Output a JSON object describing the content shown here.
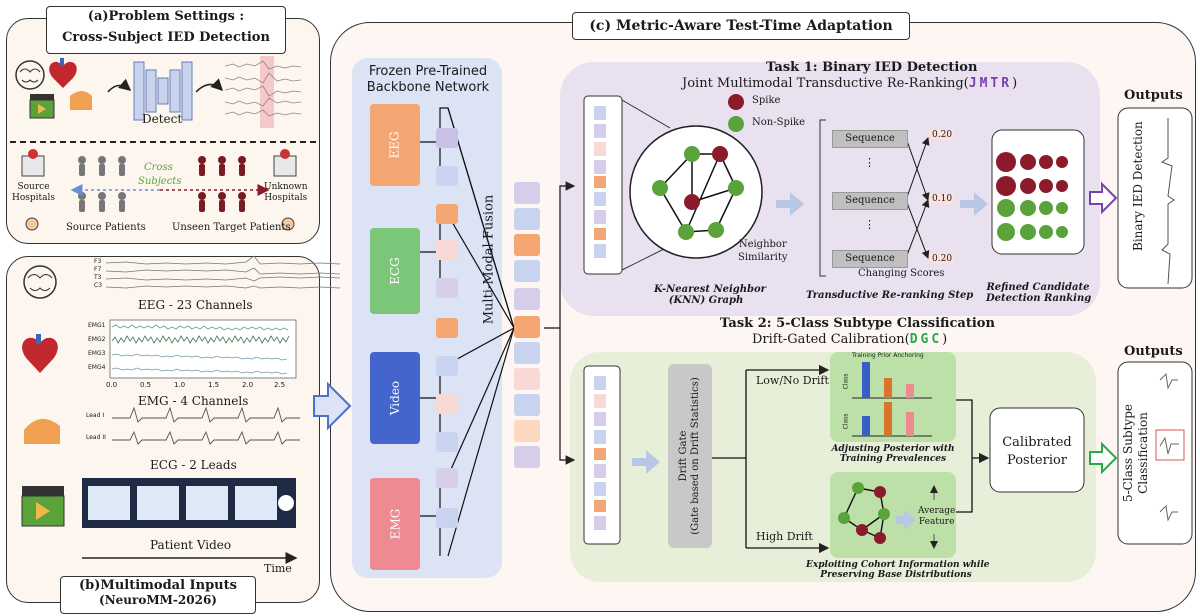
{
  "panel_a": {
    "title_line1": "(a)Problem Settings :",
    "title_line2": "Cross-Subject IED Detection",
    "detect": "Detect",
    "cross": "Cross",
    "subjects": "Subjects",
    "source_hospitals_1": "Source",
    "source_hospitals_2": "Hospitals",
    "unknown_hospitals_1": "Unknown",
    "unknown_hospitals_2": "Hospitals",
    "source_patients": "Source Patients",
    "unseen_target_patients": "Unseen Target Patients"
  },
  "panel_b": {
    "eeg_channels": [
      "F3",
      "F7",
      "T3",
      "C3"
    ],
    "eeg_caption": "EEG - 23 Channels",
    "emg_channels": [
      "EMG1",
      "EMG2",
      "EMG3",
      "EMG4"
    ],
    "emg_ticks": [
      "0.0",
      "0.5",
      "1.0",
      "1.5",
      "2.0",
      "2.5"
    ],
    "emg_caption": "EMG - 4 Channels",
    "ecg_leads": [
      "Lead I",
      "Lead II"
    ],
    "ecg_caption": "ECG - 2 Leads",
    "video_caption": "Patient Video",
    "time_label": "Time",
    "title_line1": "(b)Multimodal Inputs",
    "title_line2": "(NeuroMM-2026)"
  },
  "backbone": {
    "title_line1": "Frozen Pre-Trained",
    "title_line2": "Backbone Network",
    "modalities": [
      "EEG",
      "ECG",
      "Video",
      "EMG"
    ],
    "fusion": "Multi-Modal Fusion"
  },
  "panel_c": {
    "title": "(c) Metric-Aware Test-Time Adaptation",
    "task1": {
      "title": "Task 1: Binary IED Detection",
      "method": "Joint Multimodal  Transductive Re-Ranking(",
      "method_abbr": "JMTR",
      "method_close": ")",
      "spike": "Spike",
      "non_spike": "Non-Spike",
      "neighbor_1": "Neighbor",
      "neighbor_2": "Similarity",
      "knn_1": "K-Nearest Neighbor",
      "knn_2": "(KNN) Graph",
      "sequence": "Sequence",
      "dots": "⋮",
      "scores": [
        "0.20",
        "0.10",
        "0.20"
      ],
      "changing_scores": "Changing Scores",
      "step": "Transductive Re-ranking Step",
      "refined_1": "Refined Candidate",
      "refined_2": "Detection Ranking",
      "outputs": "Outputs",
      "output_label": "Binary IED Detection"
    },
    "task2": {
      "title": "Task 2: 5-Class Subtype Classification",
      "method": "Drift-Gated Calibration(",
      "method_abbr": "DGC",
      "method_close": ")",
      "drift_gate_1": "Drift Gate",
      "drift_gate_2": "(Gate based on Drift Statistics)",
      "low_drift": "Low/No Drift",
      "high_drift": "High Drift",
      "prior_anchoring": "Training Prior Anchoring",
      "class_label": "Class",
      "adjusting_1": "Adjusting Posterior with",
      "adjusting_2": "Training Prevalences",
      "average_1": "Average",
      "average_2": "Feature",
      "exploiting_1": "Exploiting Cohort Information while",
      "exploiting_2": "Preserving Base Distributions",
      "calibrated_1": "Calibrated",
      "calibrated_2": "Posterior",
      "outputs": "Outputs",
      "output_label_1": "5-Class Subtype",
      "output_label_2": "Classification"
    }
  },
  "colors": {
    "eeg": "#f4a672",
    "ecg": "#7cc67a",
    "video": "#4466cc",
    "emg": "#ee8a92",
    "spike": "#8b1a2b",
    "nonspike": "#5aa33a",
    "jmtr": "#7a3fb0",
    "dgc": "#2aa84a"
  }
}
